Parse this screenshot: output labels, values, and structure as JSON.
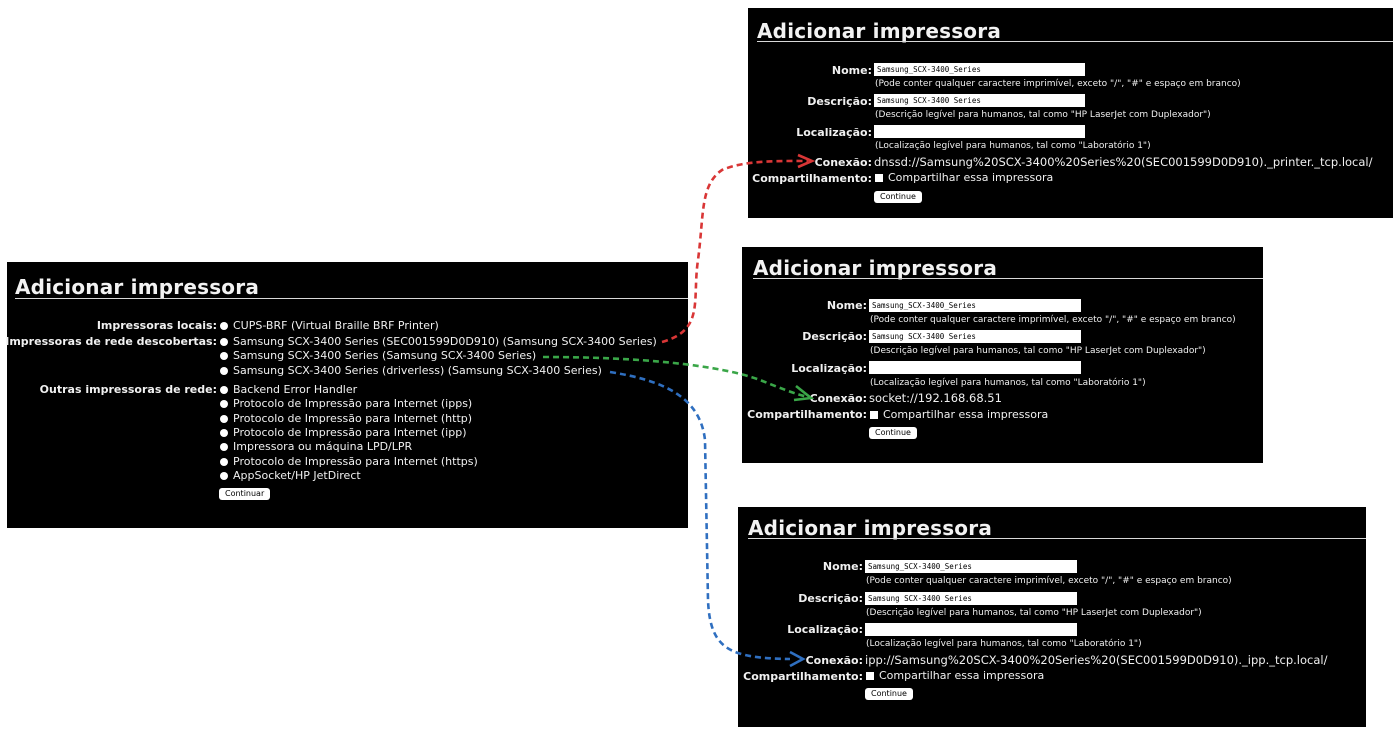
{
  "left": {
    "title": "Adicionar impressora",
    "local_label": "Impressoras locais:",
    "local_options": [
      "CUPS-BRF (Virtual Braille BRF Printer)"
    ],
    "network_label": "Impressoras de rede descobertas:",
    "network_options": [
      "Samsung SCX-3400 Series (SEC001599D0D910) (Samsung SCX-3400 Series)",
      "Samsung SCX-3400 Series (Samsung SCX-3400 Series)",
      "Samsung SCX-3400 Series (driverless) (Samsung SCX-3400 Series)"
    ],
    "other_label": "Outras impressoras de rede:",
    "other_options": [
      "Backend Error Handler",
      "Protocolo de Impressão para Internet (ipps)",
      "Protocolo de Impressão para Internet (http)",
      "Protocolo de Impressão para Internet (ipp)",
      "Impressora ou máquina LPD/LPR",
      "Protocolo de Impressão para Internet (https)",
      "AppSocket/HP JetDirect"
    ],
    "continue_label": "Continuar"
  },
  "forms": [
    {
      "title": "Adicionar impressora",
      "name_label": "Nome:",
      "name_value": "Samsung_SCX-3400_Series",
      "name_hint": "(Pode conter qualquer caractere imprimível, exceto \"/\", \"#\" e espaço em branco)",
      "desc_label": "Descrição:",
      "desc_value": "Samsung SCX-3400 Series",
      "desc_hint": "(Descrição legível para humanos, tal como \"HP LaserJet com Duplexador\")",
      "loc_label": "Localização:",
      "loc_value": "",
      "loc_hint": "(Localização legível para humanos, tal como \"Laboratório 1\")",
      "conn_label": "Conexão:",
      "conn_value": "dnssd://Samsung%20SCX-3400%20Series%20(SEC001599D0D910)._printer._tcp.local/",
      "share_label": "Compartilhamento:",
      "share_text": "Compartilhar essa impressora",
      "continue_label": "Continue"
    },
    {
      "title": "Adicionar impressora",
      "name_label": "Nome:",
      "name_value": "Samsung_SCX-3400_Series",
      "name_hint": "(Pode conter qualquer caractere imprimível, exceto \"/\", \"#\" e espaço em branco)",
      "desc_label": "Descrição:",
      "desc_value": "Samsung SCX-3400 Series",
      "desc_hint": "(Descrição legível para humanos, tal como \"HP LaserJet com Duplexador\")",
      "loc_label": "Localização:",
      "loc_value": "",
      "loc_hint": "(Localização legível para humanos, tal como \"Laboratório 1\")",
      "conn_label": "Conexão:",
      "conn_value": "socket://192.168.68.51",
      "share_label": "Compartilhamento:",
      "share_text": "Compartilhar essa impressora",
      "continue_label": "Continue"
    },
    {
      "title": "Adicionar impressora",
      "name_label": "Nome:",
      "name_value": "Samsung_SCX-3400_Series",
      "name_hint": "(Pode conter qualquer caractere imprimível, exceto \"/\", \"#\" e espaço em branco)",
      "desc_label": "Descrição:",
      "desc_value": "Samsung SCX-3400 Series",
      "desc_hint": "(Descrição legível para humanos, tal como \"HP LaserJet com Duplexador\")",
      "loc_label": "Localização:",
      "loc_value": "",
      "loc_hint": "(Localização legível para humanos, tal como \"Laboratório 1\")",
      "conn_label": "Conexão:",
      "conn_value": "ipp://Samsung%20SCX-3400%20Series%20(SEC001599D0D910)._ipp._tcp.local/",
      "share_label": "Compartilhamento:",
      "share_text": "Compartilhar essa impressora",
      "continue_label": "Continue"
    }
  ],
  "colors": {
    "arrow_red": "#d93636",
    "arrow_green": "#3aa648",
    "arrow_blue": "#2f6fc0"
  }
}
